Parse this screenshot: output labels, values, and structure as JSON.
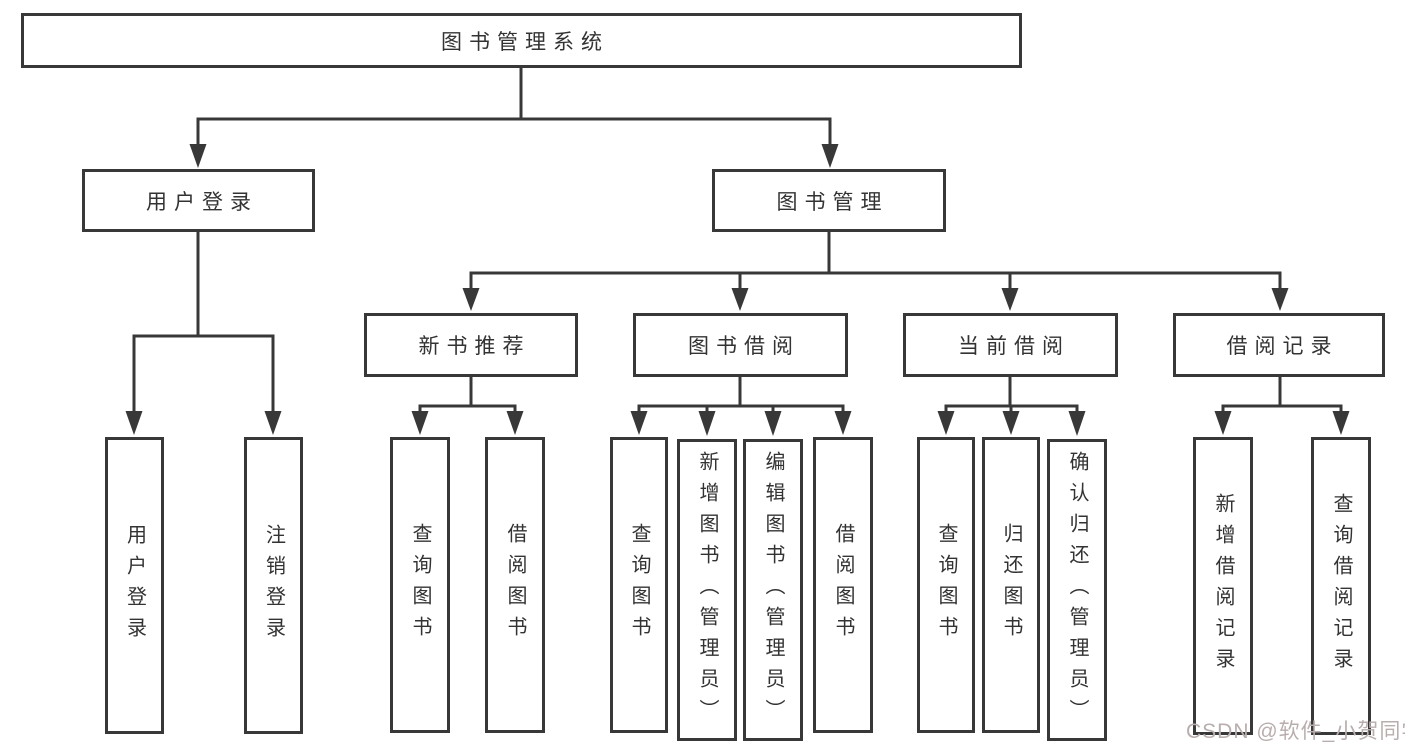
{
  "tree": {
    "label": "图书管理系统",
    "children": [
      {
        "label": "用户登录",
        "children": [
          {
            "label": "用户登录"
          },
          {
            "label": "注销登录"
          }
        ]
      },
      {
        "label": "图书管理",
        "children": [
          {
            "label": "新书推荐",
            "children": [
              {
                "label": "查询图书"
              },
              {
                "label": "借阅图书"
              }
            ]
          },
          {
            "label": "图书借阅",
            "children": [
              {
                "label": "查询图书"
              },
              {
                "label": "新增图书（管理员）"
              },
              {
                "label": "编辑图书（管理员）"
              },
              {
                "label": "借阅图书"
              }
            ]
          },
          {
            "label": "当前借阅",
            "children": [
              {
                "label": "查询图书"
              },
              {
                "label": "归还图书"
              },
              {
                "label": "确认归还（管理员）"
              }
            ]
          },
          {
            "label": "借阅记录",
            "children": [
              {
                "label": "新增借阅记录"
              },
              {
                "label": "查询借阅记录"
              }
            ]
          }
        ]
      }
    ]
  },
  "watermark": {
    "text": "CSDN @软件_小贺同学"
  },
  "colors": {
    "line": "#383838",
    "box_border": "#383838",
    "text": "#333333",
    "watermark": "#b9aeae",
    "background": "#ffffff"
  }
}
